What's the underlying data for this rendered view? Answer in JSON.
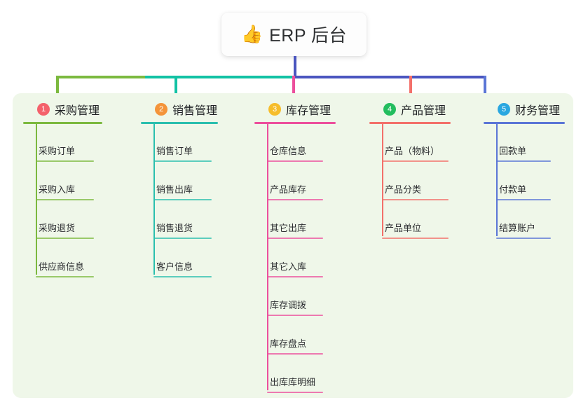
{
  "root": {
    "icon": "thumbs-up-emoji",
    "emoji": "👍",
    "title": "ERP 后台"
  },
  "theme": {
    "panel_bg": "#eff7e9",
    "root_stem": "#4a55bf",
    "bus_green": "#7cb93f",
    "bus_teal": "#12c2a4",
    "bus_blue": "#4a55bf"
  },
  "columns": [
    {
      "index": "1",
      "title": "采购管理",
      "badge_color": "#f4616b",
      "line_color": "#7cb93f",
      "items": [
        "采购订单",
        "采购入库",
        "采购退货",
        "供应商信息"
      ]
    },
    {
      "index": "2",
      "title": "销售管理",
      "badge_color": "#f4943a",
      "line_color": "#2bbfae",
      "items": [
        "销售订单",
        "销售出库",
        "销售退货",
        "客户信息"
      ]
    },
    {
      "index": "3",
      "title": "库存管理",
      "badge_color": "#f6bd2b",
      "line_color": "#ec4f9c",
      "items": [
        "仓库信息",
        "产品库存",
        "其它出库",
        "其它入库",
        "库存调拨",
        "库存盘点",
        "出库库明细"
      ]
    },
    {
      "index": "4",
      "title": "产品管理",
      "badge_color": "#23bd5e",
      "line_color": "#f3706a",
      "items": [
        "产品（物料）",
        "产品分类",
        "产品单位"
      ]
    },
    {
      "index": "5",
      "title": "财务管理",
      "badge_color": "#2aa7e0",
      "line_color": "#5b76d6",
      "items": [
        "回款单",
        "付款单",
        "结算账户"
      ]
    }
  ]
}
